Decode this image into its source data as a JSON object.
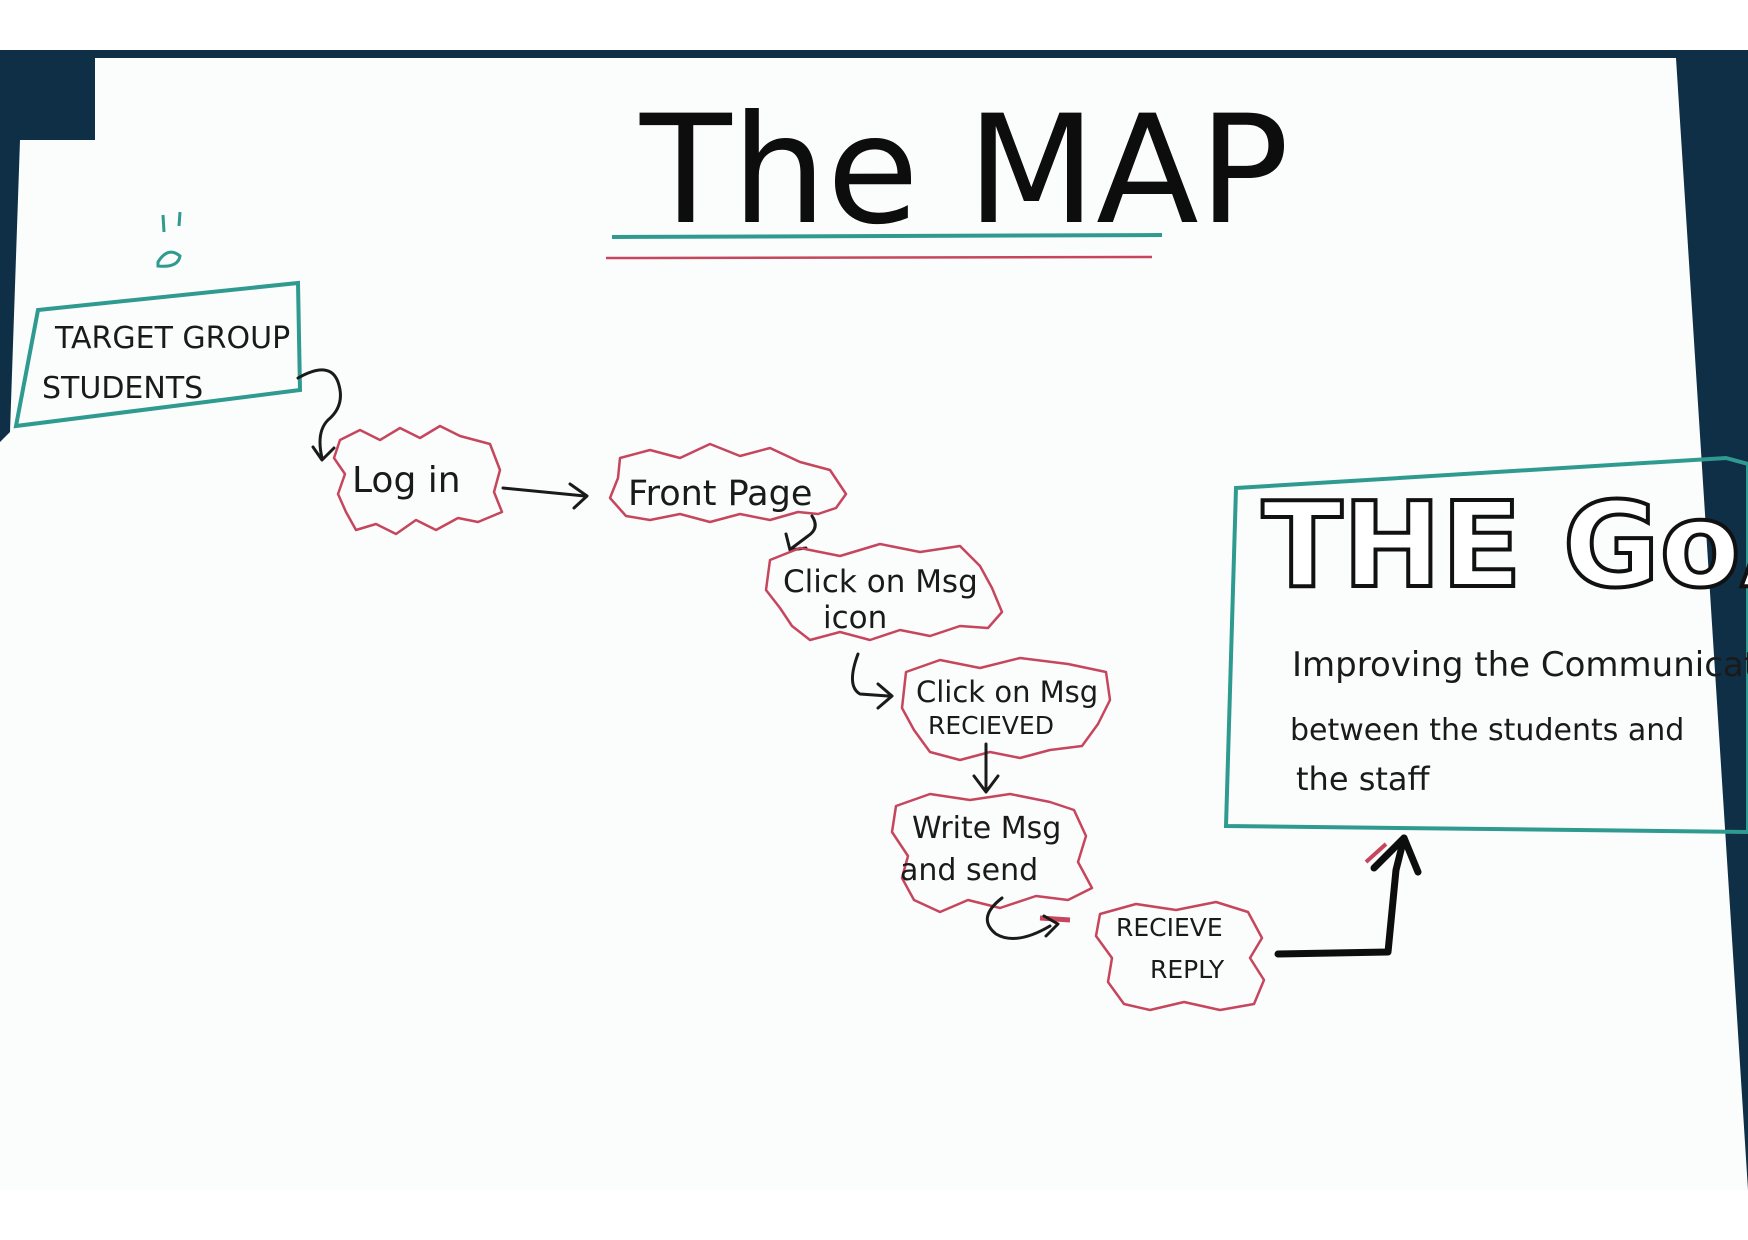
{
  "board": {
    "title": "The MAP",
    "target_box": {
      "line1": "TARGET GROUP",
      "line2": "STUDENTS"
    },
    "steps": [
      {
        "id": "login",
        "line1": "Log in",
        "line2": ""
      },
      {
        "id": "front",
        "line1": "Front Page",
        "line2": ""
      },
      {
        "id": "click-icon",
        "line1": "Click on Msg",
        "line2": "icon"
      },
      {
        "id": "click-received",
        "line1": "Click on Msg",
        "line2": "RECIEVED"
      },
      {
        "id": "write",
        "line1": "Write Msg",
        "line2": "and send"
      },
      {
        "id": "receive",
        "line1": "RECIEVE",
        "line2": "REPLY"
      }
    ],
    "goal": {
      "title": "THE GoAL",
      "line1": "Improving the Communication",
      "line2": "between the students and",
      "line3": "the staff"
    }
  },
  "colors": {
    "box_teal": "#2f9a8f",
    "bubble_red": "#c5465d",
    "ink": "#1a1a1a",
    "board_bg": "#fbfcfc",
    "backdrop": "#0f2f46"
  }
}
